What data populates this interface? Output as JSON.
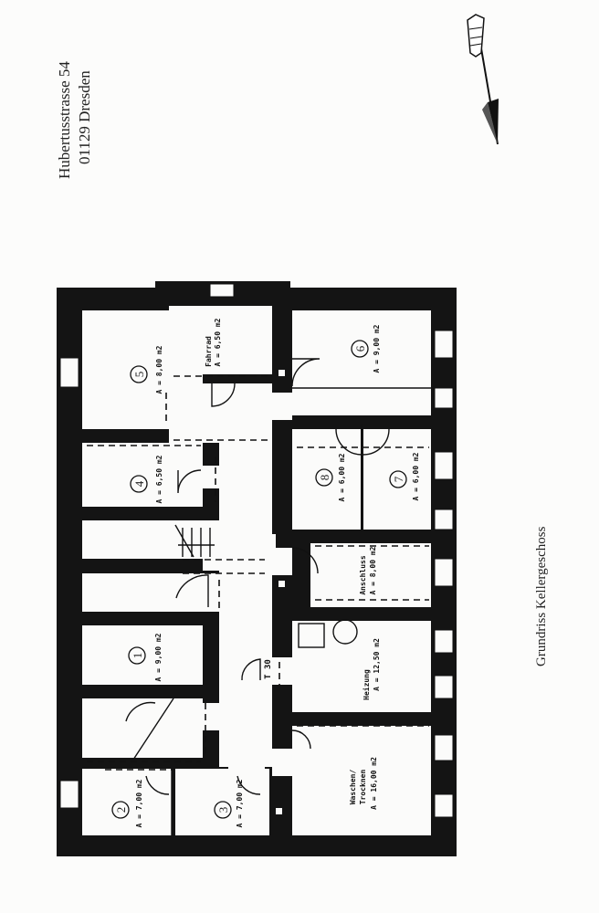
{
  "header": {
    "address_line1": "Hubertusstrasse 54",
    "address_line2": "01129 Dresden"
  },
  "plan_title": "Grundriss Kellergeschoss",
  "door_rating": "T 30",
  "rooms": [
    {
      "number": "1",
      "name": "",
      "area": "A = 9,00 m2"
    },
    {
      "number": "2",
      "name": "",
      "area": "A = 7,00 m2"
    },
    {
      "number": "3",
      "name": "",
      "area": "A = 7,00 m2"
    },
    {
      "number": "4",
      "name": "",
      "area": "A = 6,50 m2"
    },
    {
      "number": "5",
      "name": "",
      "area": "A = 8,00 m2"
    },
    {
      "number": "6",
      "name": "",
      "area": "A = 9,00 m2"
    },
    {
      "number": "7",
      "name": "",
      "area": "A = 6,00 m2"
    },
    {
      "number": "8",
      "name": "",
      "area": "A = 6,00 m2"
    },
    {
      "number": "",
      "name": "Fahrrad",
      "area": "A = 6,50 m2"
    },
    {
      "number": "",
      "name": "Anschluss",
      "area": "A = 8,00 m2"
    },
    {
      "number": "",
      "name": "Heizung",
      "area": "A = 12,50 m2"
    },
    {
      "number": "",
      "name": "Waschen/",
      "name2": "Trocknen",
      "area": "A = 16,00 m2"
    }
  ],
  "compass": {
    "icon": "north-arrow-icon"
  }
}
